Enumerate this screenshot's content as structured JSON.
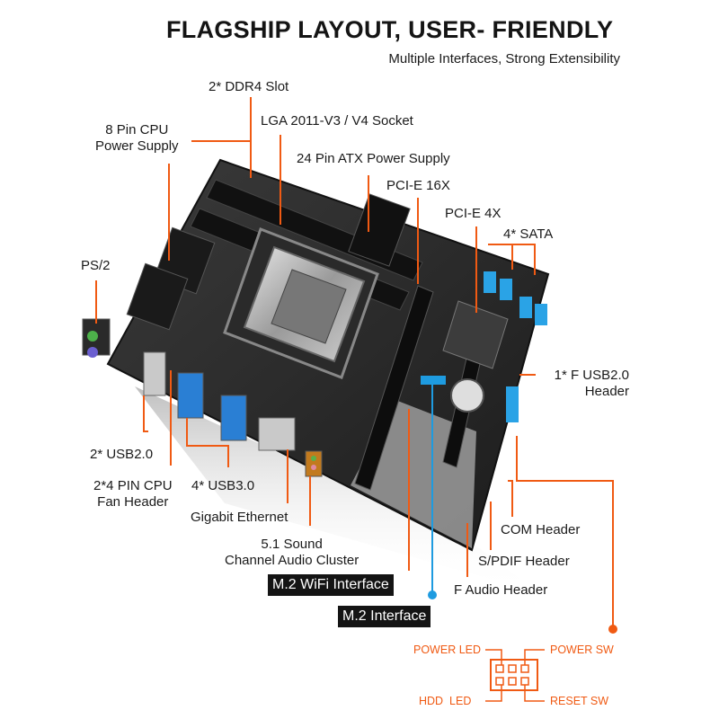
{
  "header": {
    "title": "FLAGSHIP LAYOUT, USER- FRIENDLY",
    "subtitle": "Multiple Interfaces, Strong Extensibility"
  },
  "labels": {
    "ddr4": "2* DDR4 Slot",
    "socket": "LGA 2011-V3 / V4 Socket",
    "cpu_power": "8 Pin CPU\nPower Supply",
    "atx_power": "24 Pin ATX Power Supply",
    "pcie16": "PCI-E 16X",
    "pcie4": "PCI-E 4X",
    "sata": "4* SATA",
    "ps2": "PS/2",
    "usb20_header": "1* F USB2.0\nHeader",
    "usb20": "2* USB2.0",
    "cpu_fan": "2*4 PIN CPU\nFan Header",
    "usb30": "4* USB3.0",
    "ethernet": "Gigabit Ethernet",
    "audio": "5.1 Sound\nChannel Audio Cluster",
    "com": "COM Header",
    "spdif": "S/PDIF Header",
    "faudio": "F Audio Header",
    "m2_wifi": "M.2 WiFi Interface",
    "m2": "M.2 Interface"
  },
  "front_panel": {
    "power_led": "POWER LED",
    "power_sw": "POWER SW",
    "hdd_led": "HDD  LED",
    "reset_sw": "RESET SW"
  },
  "colors": {
    "leader_orange": "#f05a13",
    "leader_blue": "#1e9be0",
    "board": "#2b2b2b",
    "accent_blue": "#2aa3e6",
    "text": "#1a1a1a"
  }
}
